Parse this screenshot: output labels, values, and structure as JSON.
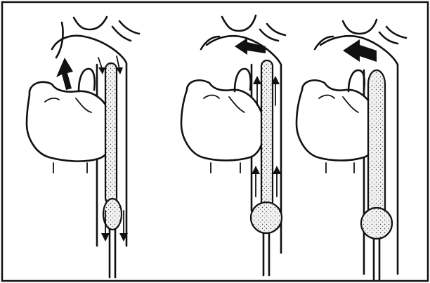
{
  "figure": {
    "panels": [
      {
        "id": "panel-1",
        "phase": "balloon-deflated"
      },
      {
        "id": "panel-2",
        "phase": "balloon-inflating"
      },
      {
        "id": "panel-3",
        "phase": "balloon-inflated"
      }
    ]
  },
  "colors": {
    "ink": "#111111",
    "background": "#ffffff",
    "balloon_stipple": "#f2f2f2"
  },
  "icons": [
    "heart-icon",
    "aorta-icon",
    "balloon-catheter-icon",
    "flow-arrow-icon"
  ]
}
